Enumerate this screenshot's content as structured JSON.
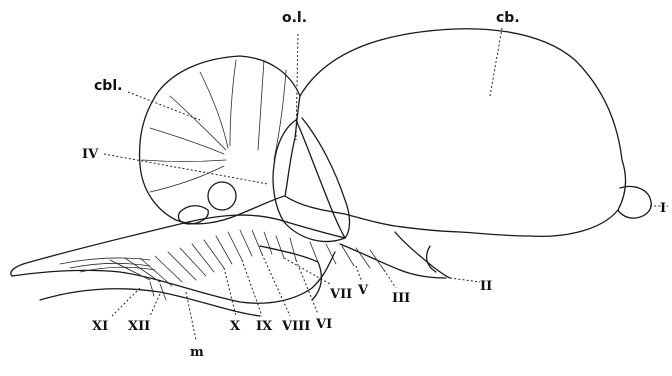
{
  "labels": {
    "ol": "o.l.",
    "cb": "cb.",
    "cbl": "cbl.",
    "n4_left": "IV",
    "n1": "I",
    "n2": "II",
    "n3": "III",
    "n5": "V",
    "n6": "VI",
    "n7": "VII",
    "n8": "VIII",
    "n9": "IX",
    "n10": "X",
    "n11": "XI",
    "n12": "XII",
    "m": "m"
  }
}
